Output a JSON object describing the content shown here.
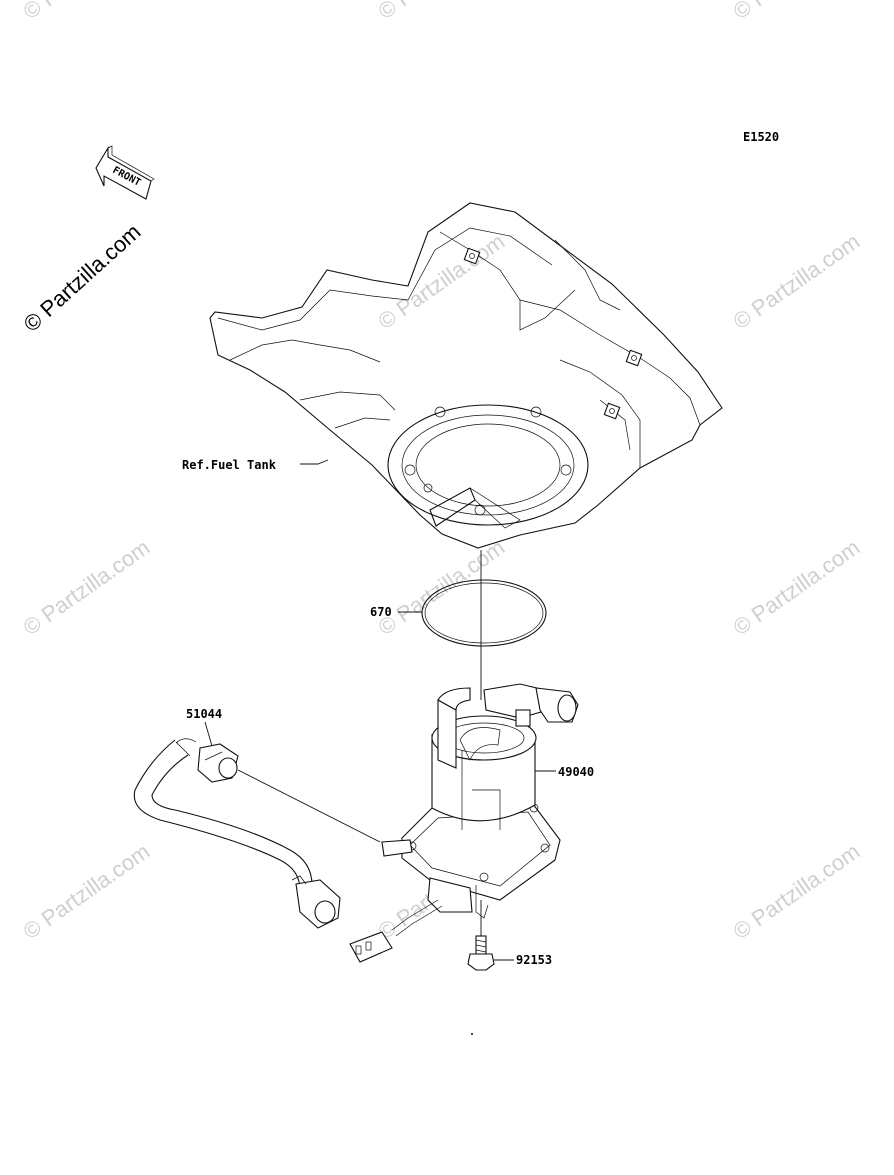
{
  "diagram": {
    "code": "E1520",
    "front_label": "FRONT",
    "ref_label": "Ref.Fuel Tank",
    "parts": [
      {
        "number": "670"
      },
      {
        "number": "51044"
      },
      {
        "number": "49040"
      },
      {
        "number": "92153"
      }
    ]
  },
  "watermark": {
    "text": "© Partzilla.com",
    "color": "#cfcfcf"
  }
}
